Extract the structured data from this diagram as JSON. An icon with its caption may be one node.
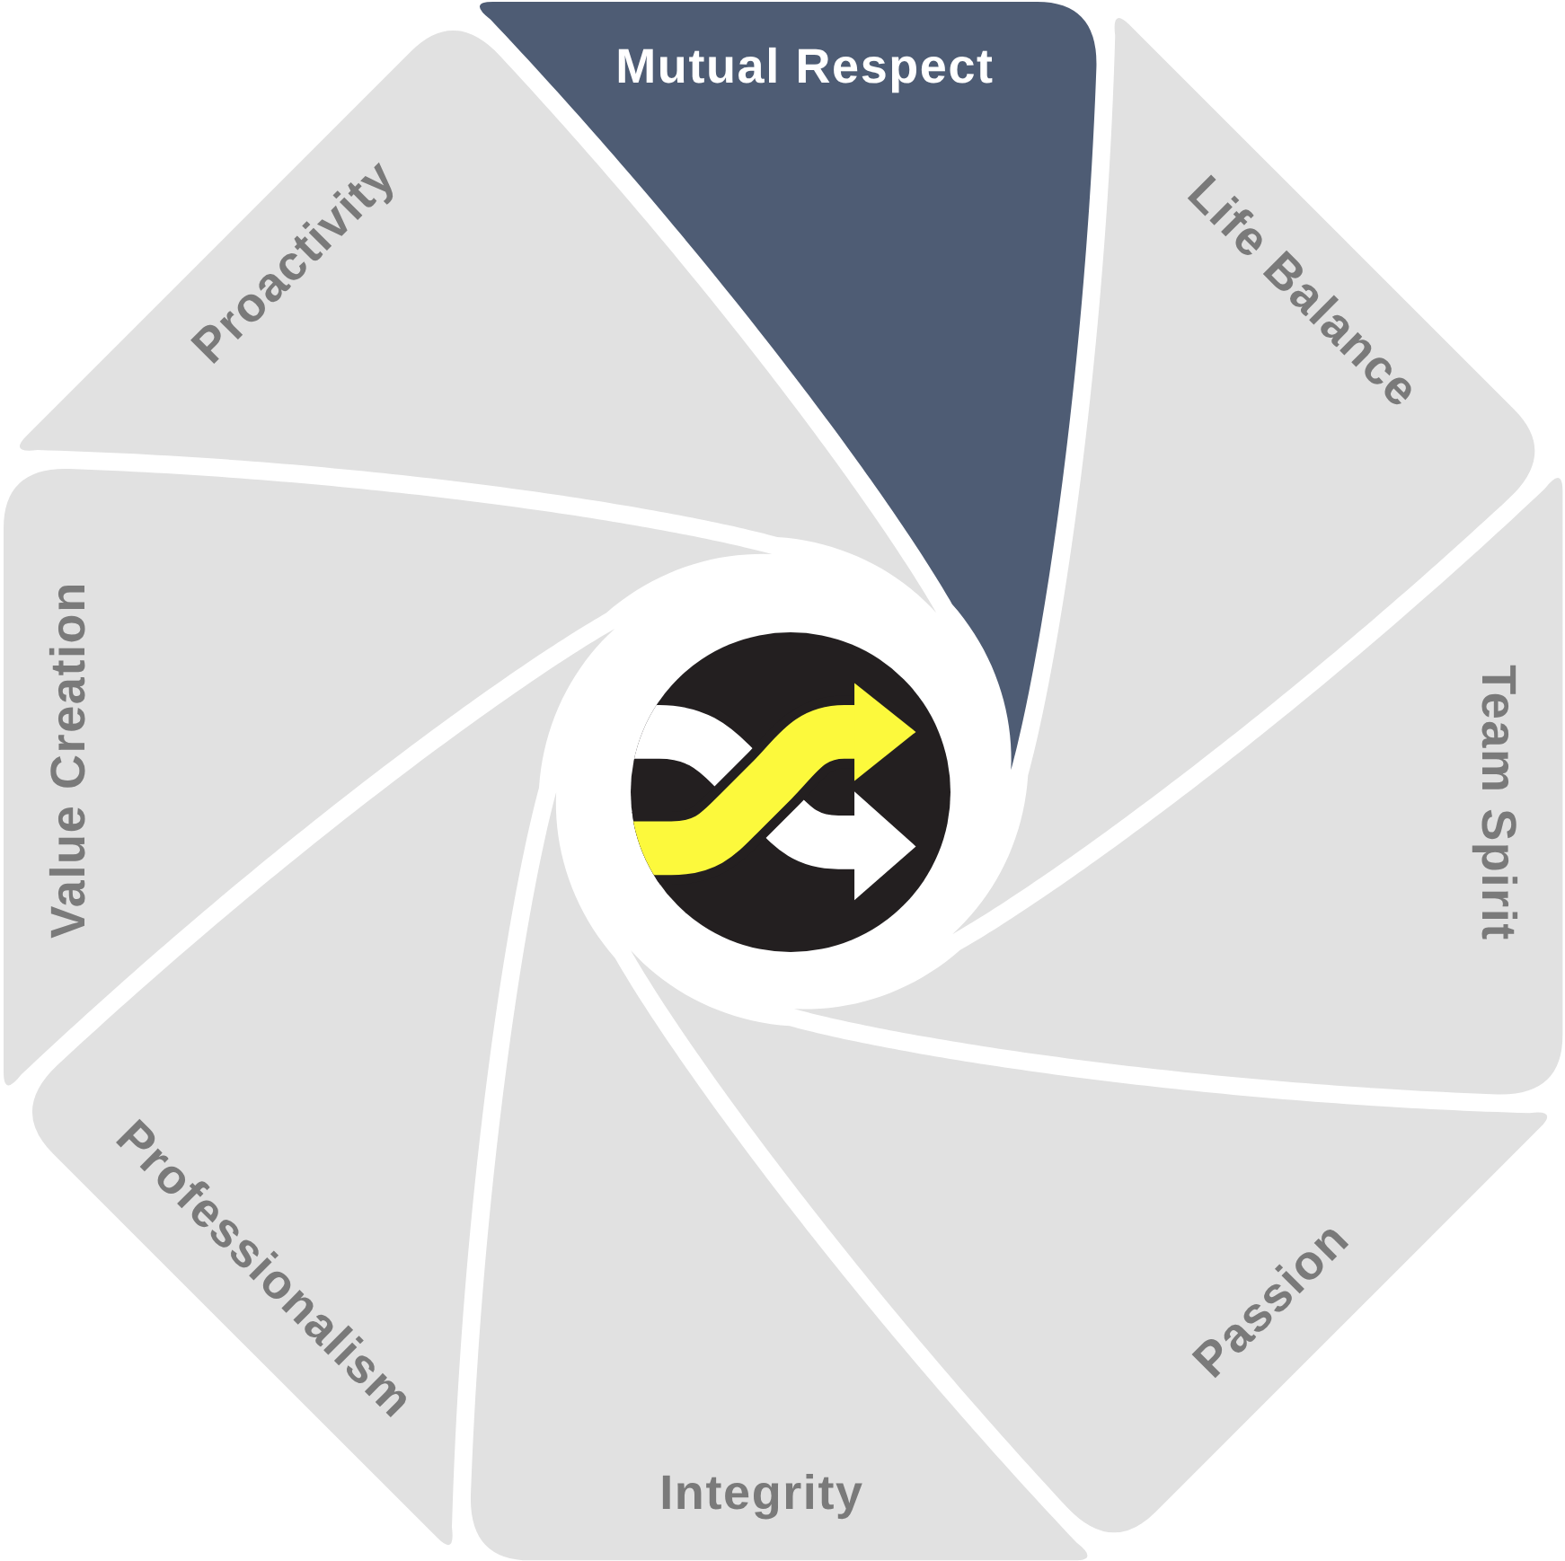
{
  "diagram": {
    "nodes": [
      {
        "text": [
          "Mutual Respect"
        ]
      },
      {
        "text": [
          "Life Balance"
        ]
      },
      {
        "text": [
          "Team Spirit"
        ]
      },
      {
        "text": [
          "Passion"
        ]
      },
      {
        "text": [
          "Integrity"
        ]
      },
      {
        "text": [
          "Professionalism"
        ]
      },
      {
        "text": [
          "Value Creation"
        ]
      },
      {
        "text": [
          "Proactivity"
        ]
      }
    ]
  }
}
